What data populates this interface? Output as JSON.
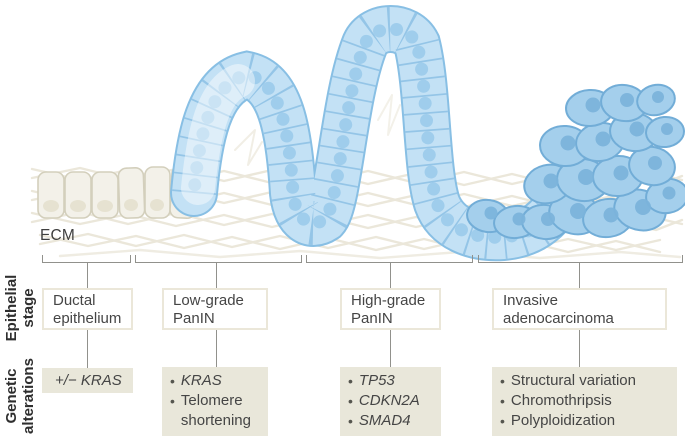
{
  "ecm_label": "ECM",
  "bullet": "•",
  "side_labels": {
    "epithelial": {
      "line1": "Epithelial",
      "line2": "stage"
    },
    "genetic": {
      "line1": "Genetic",
      "line2": "alterations"
    }
  },
  "stages": [
    {
      "label": "Ductal epithelium",
      "alterations": [
        "+/− KRAS"
      ]
    },
    {
      "label": "Low-grade PanIN",
      "alterations": [
        "KRAS",
        "Telomere shortening"
      ]
    },
    {
      "label": "High-grade PanIN",
      "alterations": [
        "TP53",
        "CDKN2A",
        "SMAD4"
      ]
    },
    {
      "label": "Invasive adenocarcinoma",
      "alterations": [
        "Structural variation",
        "Chromothripsis",
        "Polyploidization"
      ]
    }
  ],
  "colors": {
    "normal_cell_fill": "#f3f1e9",
    "normal_cell_border": "#d3cfbc",
    "panin_cell_fill": "#c3e1f5",
    "panin_cell_border": "#88bfe4",
    "tumor_cell_fill": "#a4cfec",
    "tumor_cell_border": "#72add7",
    "ecm_mesh_line": "#e9e5d7",
    "stage_box_border": "#ebe7d9",
    "genetic_box_bg": "#e9e7da",
    "line_gray": "#91918c"
  }
}
